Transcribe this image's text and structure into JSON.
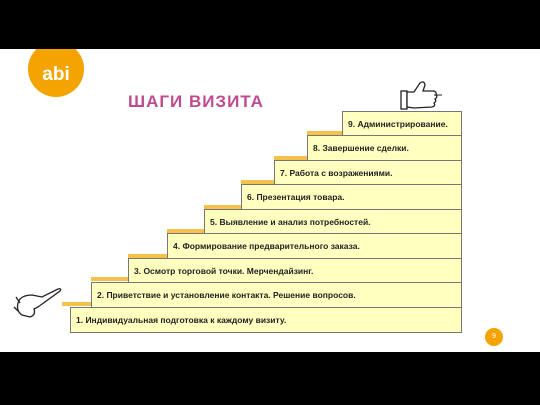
{
  "logo": {
    "text": "abi"
  },
  "title": "ШАГИ ВИЗИТА",
  "steps": [
    "1. Индивидуальная подготовка к каждому визиту.",
    "2. Приветствие и установление контакта. Решение вопросов.",
    "3. Осмотр торговой точки. Мерчендайзинг.",
    "4. Формирование предварительного заказа.",
    "5. Выявление и анализ потребностей.",
    "6. Презентация товара.",
    "7. Работа с возражениями.",
    "8. Завершение сделки.",
    "9. Администрирование."
  ],
  "page_number": "9",
  "colors": {
    "accent": "#f4a300",
    "title": "#c04a8e",
    "step_fill": "#ffffc0",
    "riser": "#f4c24a"
  },
  "icons": [
    "thumbs-up-icon",
    "pointing-hand-icon"
  ]
}
